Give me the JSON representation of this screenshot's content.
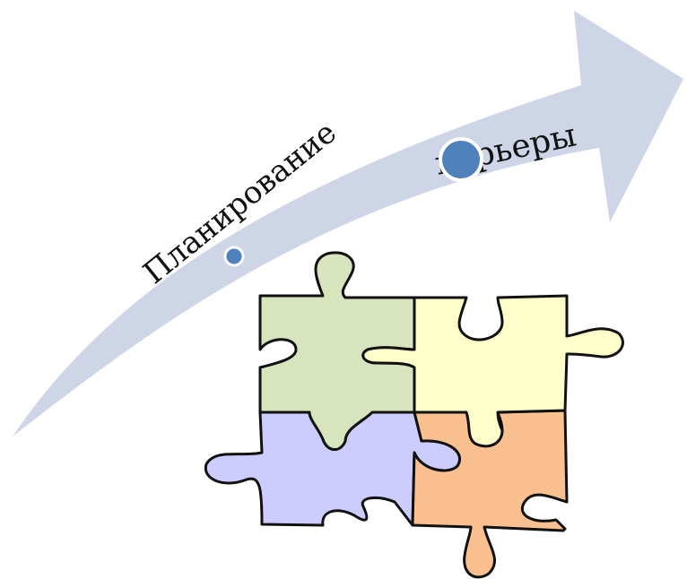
{
  "arrow": {
    "word_1": "Планирование",
    "word_2": "карьеры",
    "color": "#cdd5e6",
    "marker_color": "#4f81bd"
  },
  "puzzle": {
    "pieces": [
      {
        "name": "green",
        "color": "#d7e4bd"
      },
      {
        "name": "yellow",
        "color": "#ffffcc"
      },
      {
        "name": "purple",
        "color": "#ccccff"
      },
      {
        "name": "orange",
        "color": "#fac090"
      }
    ]
  }
}
